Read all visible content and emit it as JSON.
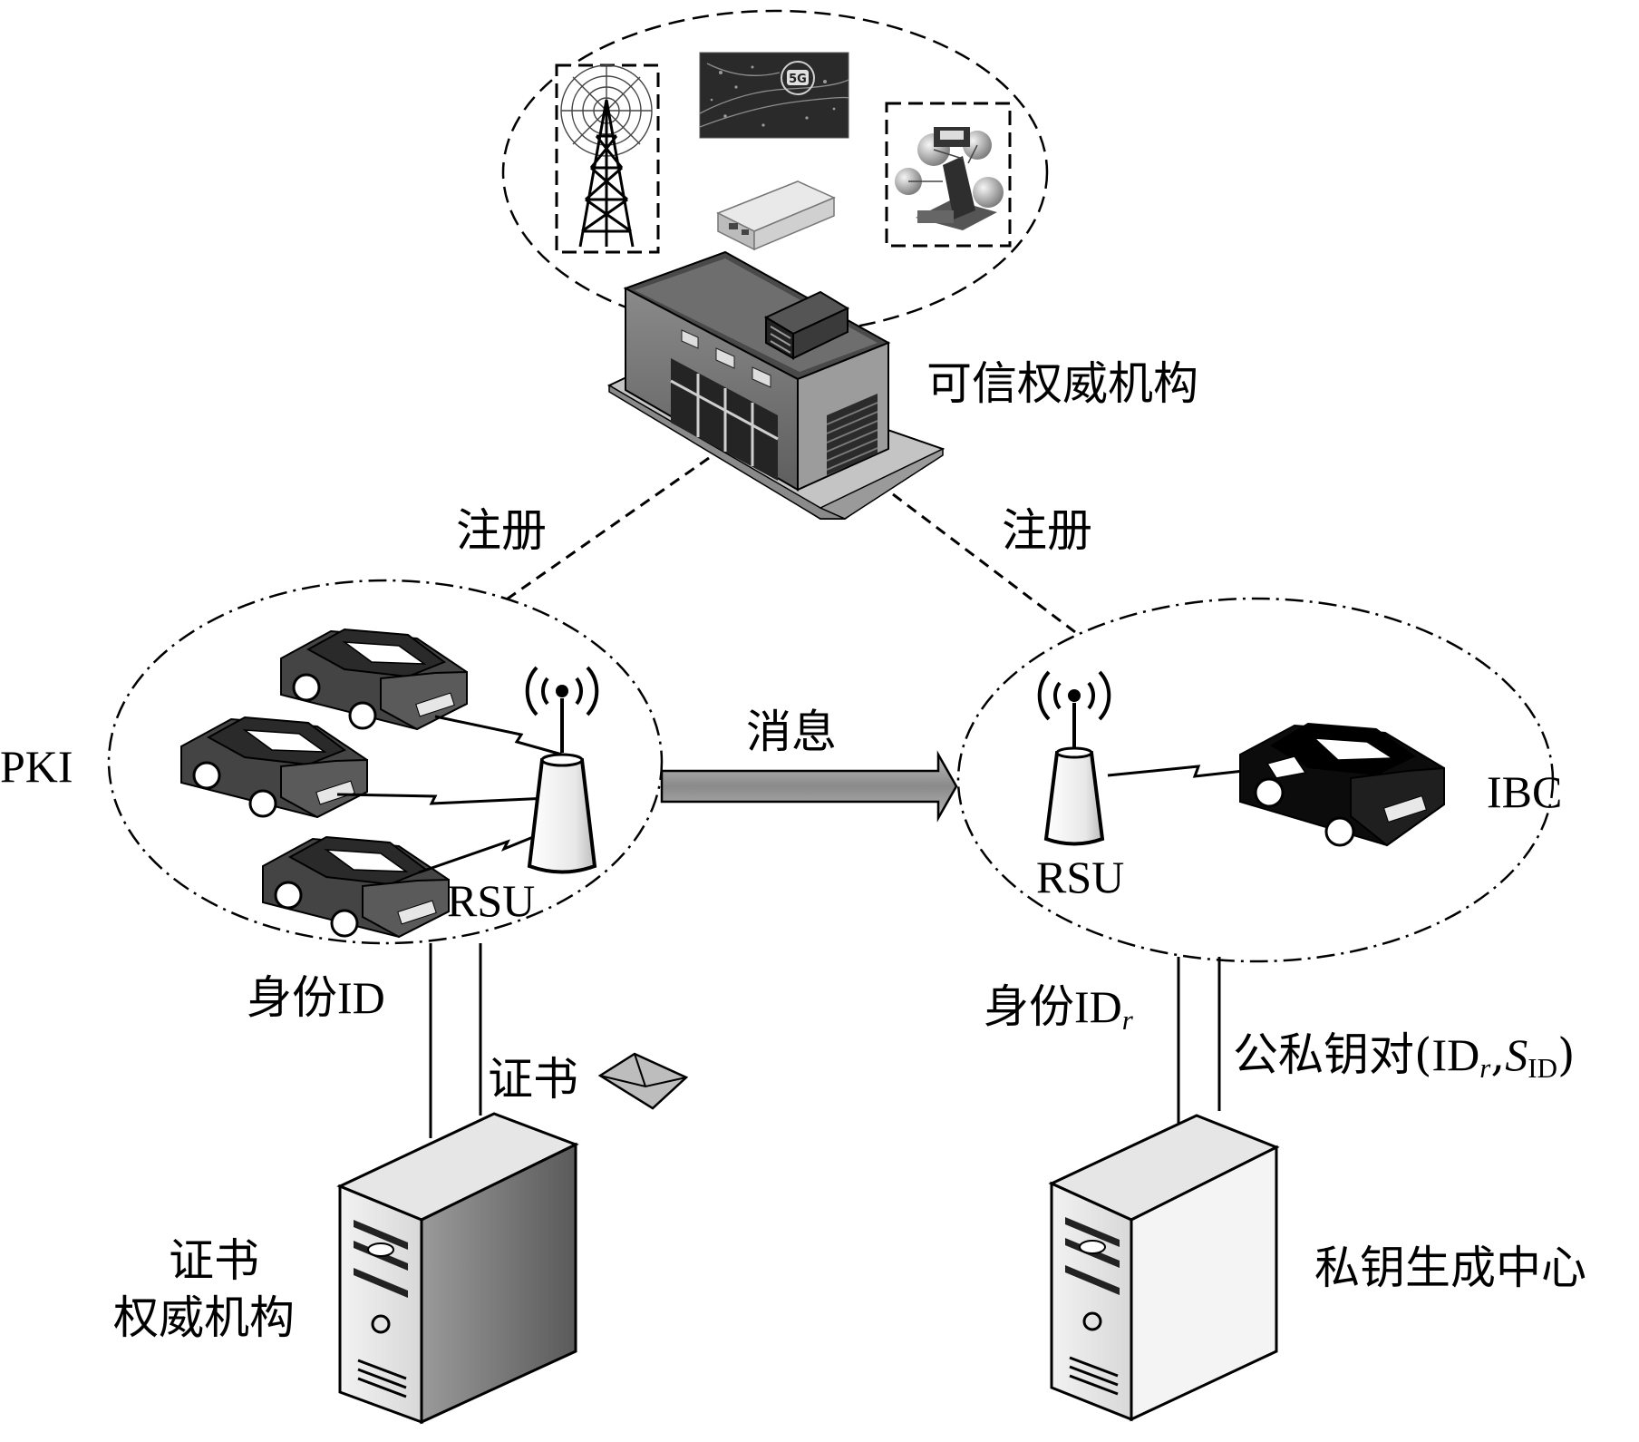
{
  "labels": {
    "trusted_authority": "可信权威机构",
    "register_left": "注册",
    "register_right": "注册",
    "message": "消息",
    "pki": "PKI",
    "ibc": "IBC",
    "rsu_left": "RSU",
    "rsu_right": "RSU",
    "identity_left_prefix": "身份",
    "identity_left_id": "ID",
    "certificate": "证书",
    "ca_line1": "证书",
    "ca_line2": "权威机构",
    "identity_right_prefix": "身份",
    "identity_right_id": "ID",
    "identity_right_sub": "r",
    "keypair_prefix": "公私钥对(",
    "keypair_id": "ID",
    "keypair_id_sub": "r",
    "keypair_sep": ",",
    "keypair_s": "S",
    "keypair_s_sub": "ID",
    "keypair_close": ")",
    "pkg": "私钥生成中心"
  },
  "icons": [
    "communication-tower-icon",
    "5g-network-image-icon",
    "network-device-icon",
    "data-center-icon",
    "authority-building-icon",
    "car-icon",
    "rsu-antenna-icon",
    "envelope-icon",
    "server-icon"
  ]
}
